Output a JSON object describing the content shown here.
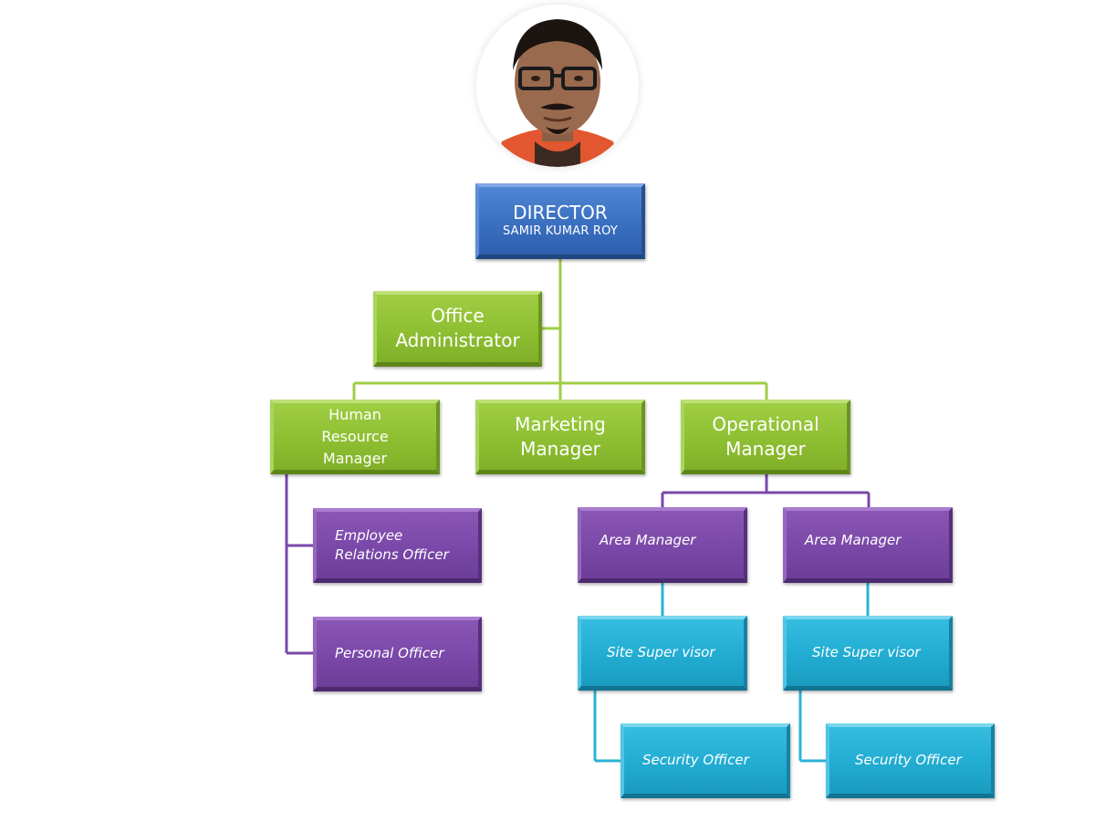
{
  "director": {
    "title": "DIRECTOR",
    "name": "SAMIR KUMAR ROY"
  },
  "office_admin": {
    "line1": "Office",
    "line2": "Administrator"
  },
  "hr_manager": {
    "line1": "Human",
    "line2": "Resource",
    "line3": "Manager"
  },
  "marketing_manager": {
    "line1": "Marketing",
    "line2": "Manager"
  },
  "operational_manager": {
    "line1": "Operational",
    "line2": "Manager"
  },
  "employee_relations": {
    "line1": "Employee",
    "line2": "Relations Officer"
  },
  "personal_officer": {
    "label": "Personal  Officer"
  },
  "area_manager_1": {
    "label": "Area Manager"
  },
  "area_manager_2": {
    "label": "Area Manager"
  },
  "site_supervisor_1": {
    "label": "Site Super visor"
  },
  "site_supervisor_2": {
    "label": "Site Super visor"
  },
  "security_officer_1": {
    "label": "Security  Officer"
  },
  "security_officer_2": {
    "label": "Security  Officer"
  },
  "colors": {
    "director": "#3a6fc0",
    "manager": "#8ebf32",
    "officer": "#7a48a8",
    "field": "#22acd2",
    "connector_green": "#9fcd44",
    "connector_purple": "#7a48a8",
    "connector_cyan": "#2bb3d6"
  }
}
